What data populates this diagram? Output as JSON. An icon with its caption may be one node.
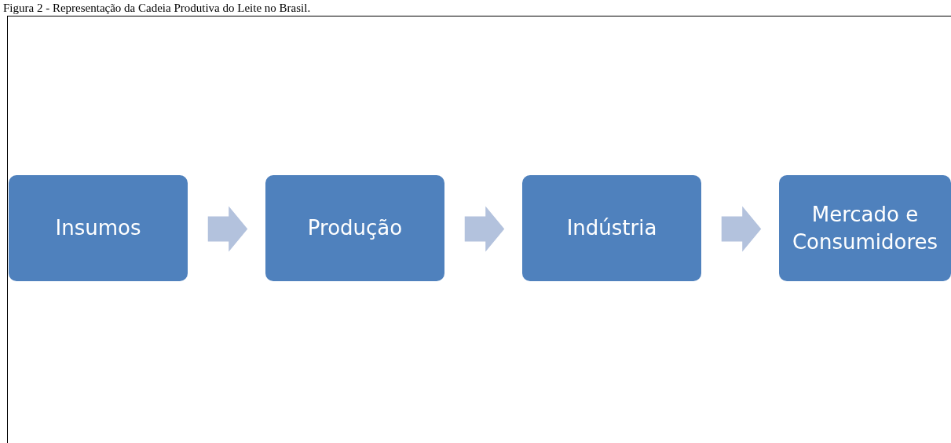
{
  "diagram": {
    "title": "Figura 2 - Representação da Cadeia Produtiva do Leite no Brasil.",
    "nodes": [
      {
        "text": [
          "Insumos"
        ]
      },
      {
        "text": [
          "Produção"
        ]
      },
      {
        "text": [
          "Indústria"
        ]
      },
      {
        "text": [
          "Mercado e Consumidores"
        ]
      }
    ],
    "edges": [
      {
        "from": 0,
        "to": 1,
        "arrow": "to"
      },
      {
        "from": 1,
        "to": 2,
        "arrow": "to"
      },
      {
        "from": 2,
        "to": 3,
        "arrow": "to"
      }
    ]
  }
}
